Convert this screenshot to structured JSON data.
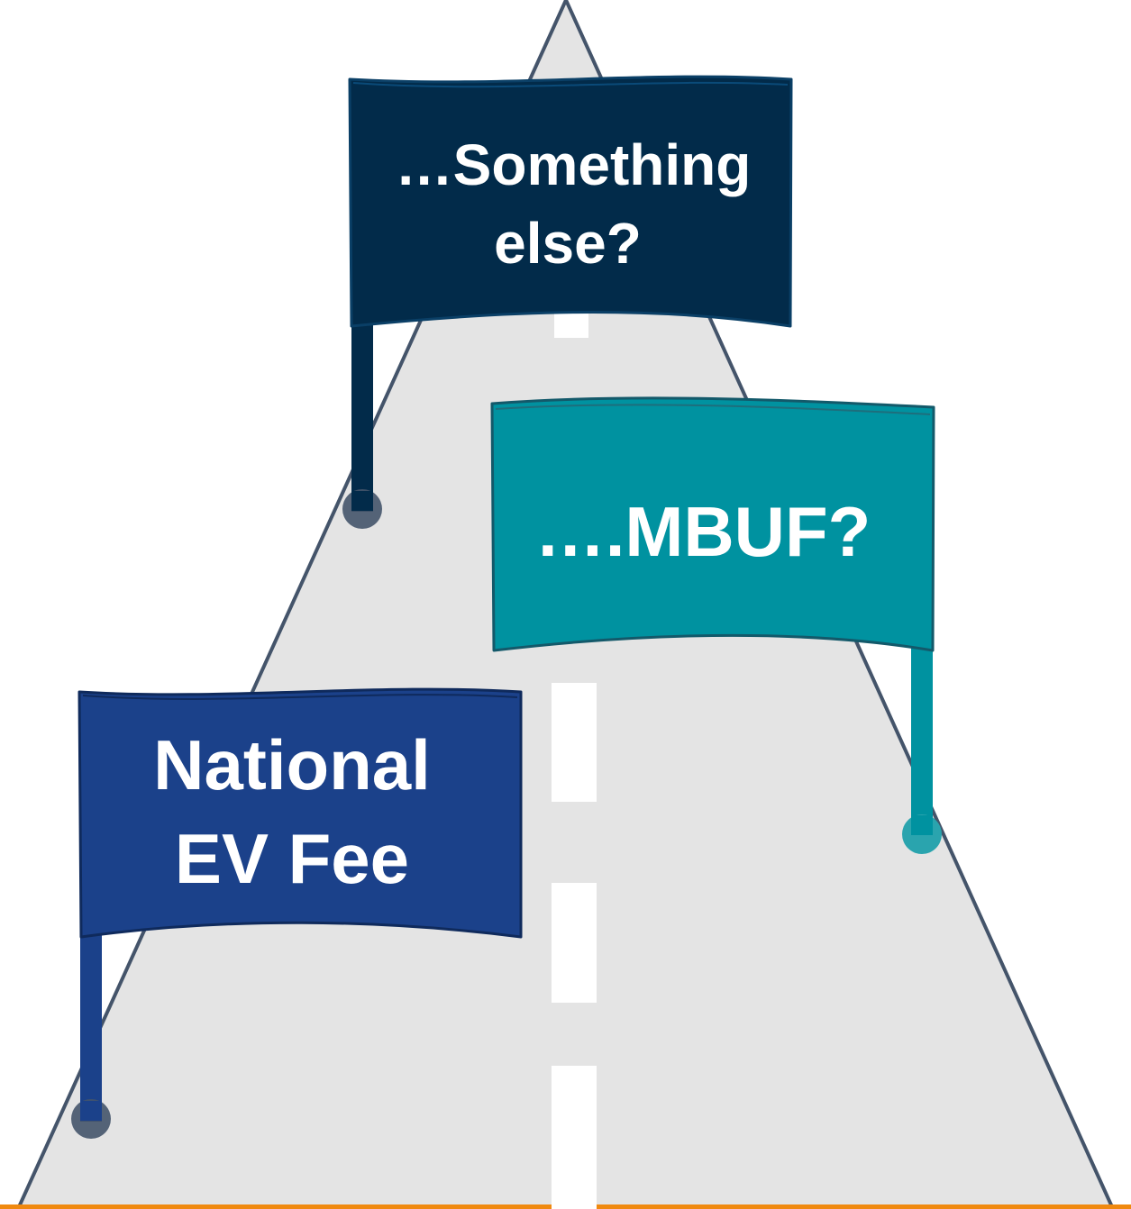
{
  "signs": {
    "top": {
      "line1": "…Something",
      "line2": "else?",
      "color": "#022B4A"
    },
    "middle": {
      "line1": "….MBUF?",
      "color": "#0092A0"
    },
    "bottom": {
      "line1": "National",
      "line2": "EV Fee",
      "color": "#1B418A"
    }
  },
  "colors": {
    "road": "#E4E4E4",
    "road_edge": "#44546A",
    "lane_marking": "#FFFFFF",
    "ground_line": "#F0890F"
  }
}
